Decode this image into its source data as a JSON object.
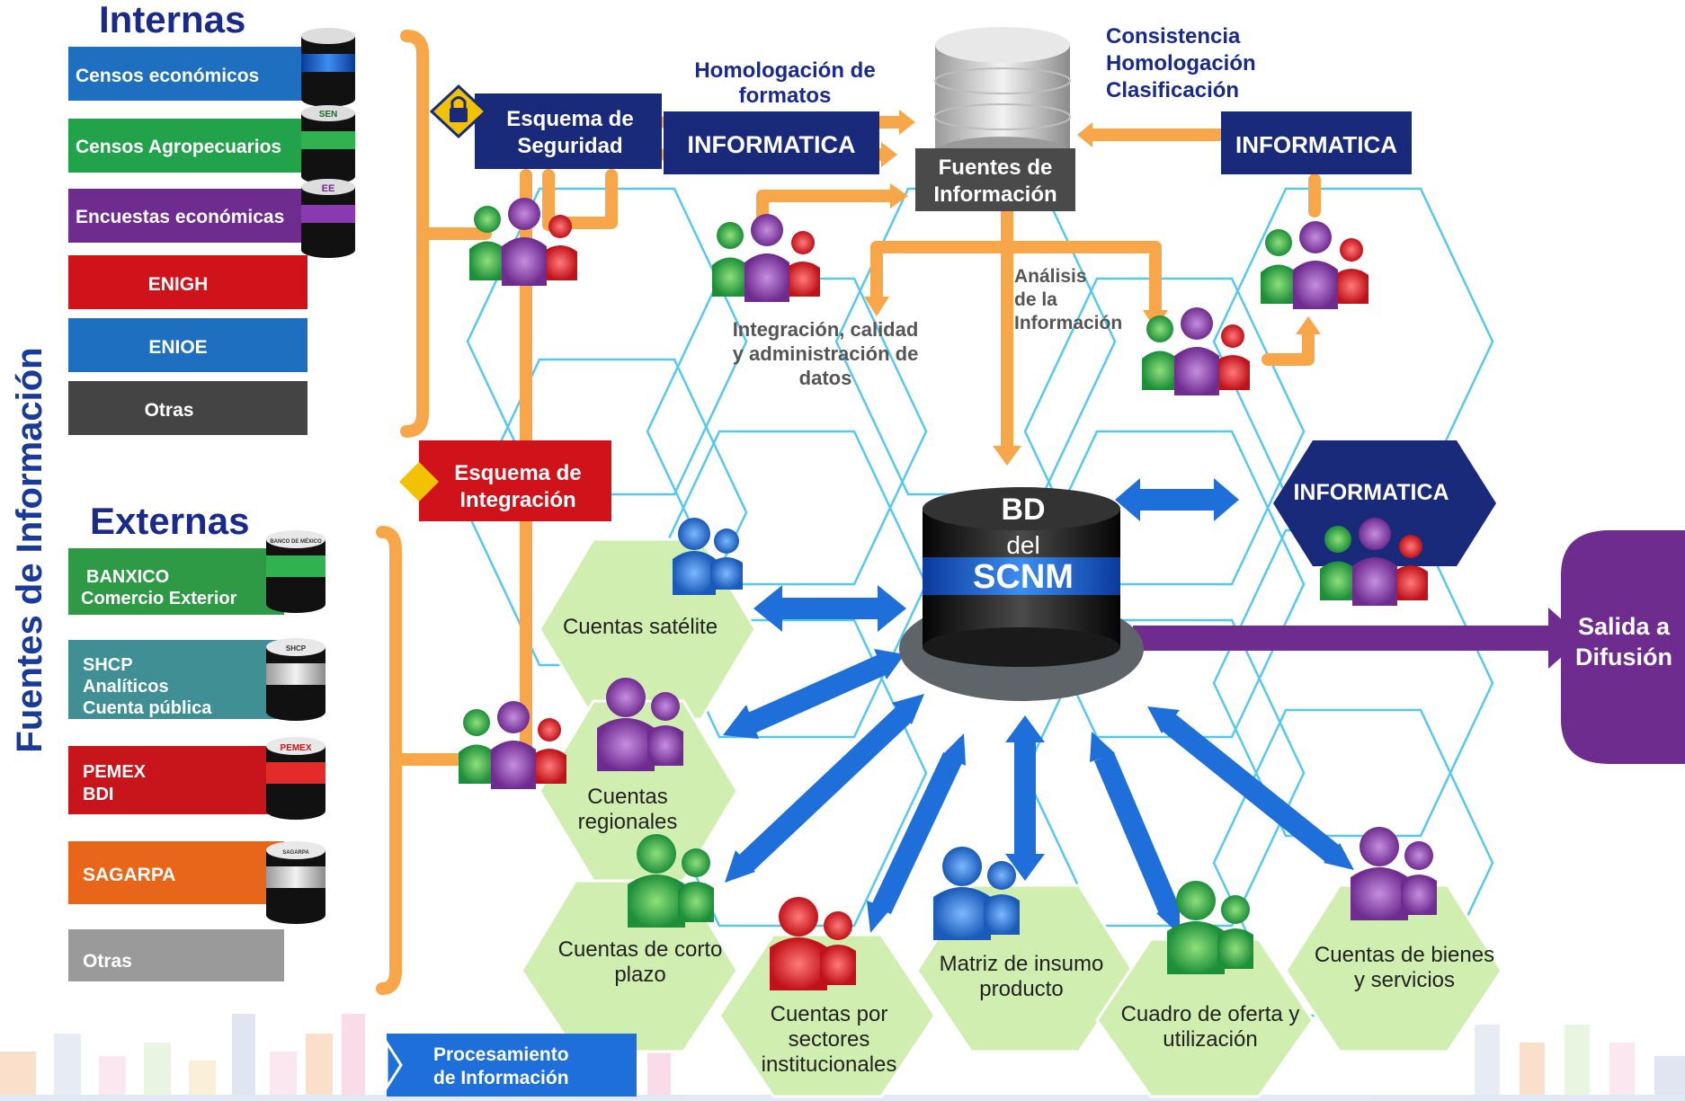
{
  "vertical_title": "Fuentes de Información",
  "internas": {
    "heading": "Internas",
    "items": [
      {
        "label": "Censos económicos",
        "color": "#1f6fc0",
        "badge": ""
      },
      {
        "label": "Censos Agropecuarios",
        "color": "#22a24a",
        "badge": "SEN"
      },
      {
        "label": "Encuestas económicas",
        "color": "#6f2c8f",
        "badge": "EE"
      },
      {
        "label": "ENIGH",
        "color": "#d0131b",
        "badge": ""
      },
      {
        "label": "ENIOE",
        "color": "#1f6fc0",
        "badge": ""
      },
      {
        "label": "Otras",
        "color": "#4a4a4a",
        "badge": ""
      }
    ]
  },
  "externas": {
    "heading": "Externas",
    "items": [
      {
        "line1": "BANXICO",
        "line2": "Comercio Exterior",
        "line3": "",
        "color": "#2e9a45",
        "badge": "BANCO DE MÉXICO"
      },
      {
        "line1": "SHCP",
        "line2": "Analíticos",
        "line3": "Cuenta pública",
        "color": "#3f8f95",
        "badge": "SHCP"
      },
      {
        "line1": "PEMEX",
        "line2": "BDI",
        "line3": "",
        "color": "#c8141b",
        "badge": "PEMEX"
      },
      {
        "line1": "SAGARPA",
        "line2": "",
        "line3": "",
        "color": "#e8661a",
        "badge": "SAGARPA"
      },
      {
        "line1": "Otras",
        "line2": "",
        "line3": "",
        "color": "#9a9a9a",
        "badge": ""
      }
    ]
  },
  "esquema_seguridad": {
    "line1": "Esquema de",
    "line2": "Seguridad"
  },
  "esquema_integracion": {
    "line1": "Esquema de",
    "line2": "Integración"
  },
  "homologacion": {
    "line1": "Homologación de",
    "line2": "formatos"
  },
  "consistencia": {
    "line1": "Consistencia",
    "line2": "Homologación",
    "line3": "Clasificación"
  },
  "informatica_label": "INFORMATICA",
  "fuentes_db": {
    "line1": "Fuentes de",
    "line2": "Información"
  },
  "integracion_calidad": {
    "line1": "Integración, calidad",
    "line2": "y administración de",
    "line3": "datos"
  },
  "analisis": {
    "line1": "Análisis",
    "line2": "de la",
    "line3": "Información"
  },
  "bd": {
    "line1": "BD",
    "line2": "del",
    "line3": "SCNM"
  },
  "salida": {
    "line1": "Salida a",
    "line2": "Difusión"
  },
  "modules": {
    "satelite": "Cuentas satélite",
    "regionales": {
      "line1": "Cuentas",
      "line2": "regionales"
    },
    "corto_plazo": {
      "line1": "Cuentas de corto",
      "line2": "plazo"
    },
    "sectores": {
      "line1": "Cuentas por",
      "line2": "sectores",
      "line3": "institucionales"
    },
    "matriz": {
      "line1": "Matriz de insumo",
      "line2": "producto"
    },
    "cuadro": {
      "line1": "Cuadro de oferta y",
      "line2": "utilización"
    },
    "bienes": {
      "line1": "Cuentas de bienes",
      "line2": "y servicios"
    }
  },
  "procesamiento": {
    "line1": "Procesamiento",
    "line2": "de Información"
  },
  "colors": {
    "navy": "#1a2a7a",
    "orange": "#f7a64a",
    "arrow_blue": "#1e6fd9",
    "purple": "#6f2c8f",
    "hex_green": "#cfeeb0",
    "red": "#d0131b"
  }
}
